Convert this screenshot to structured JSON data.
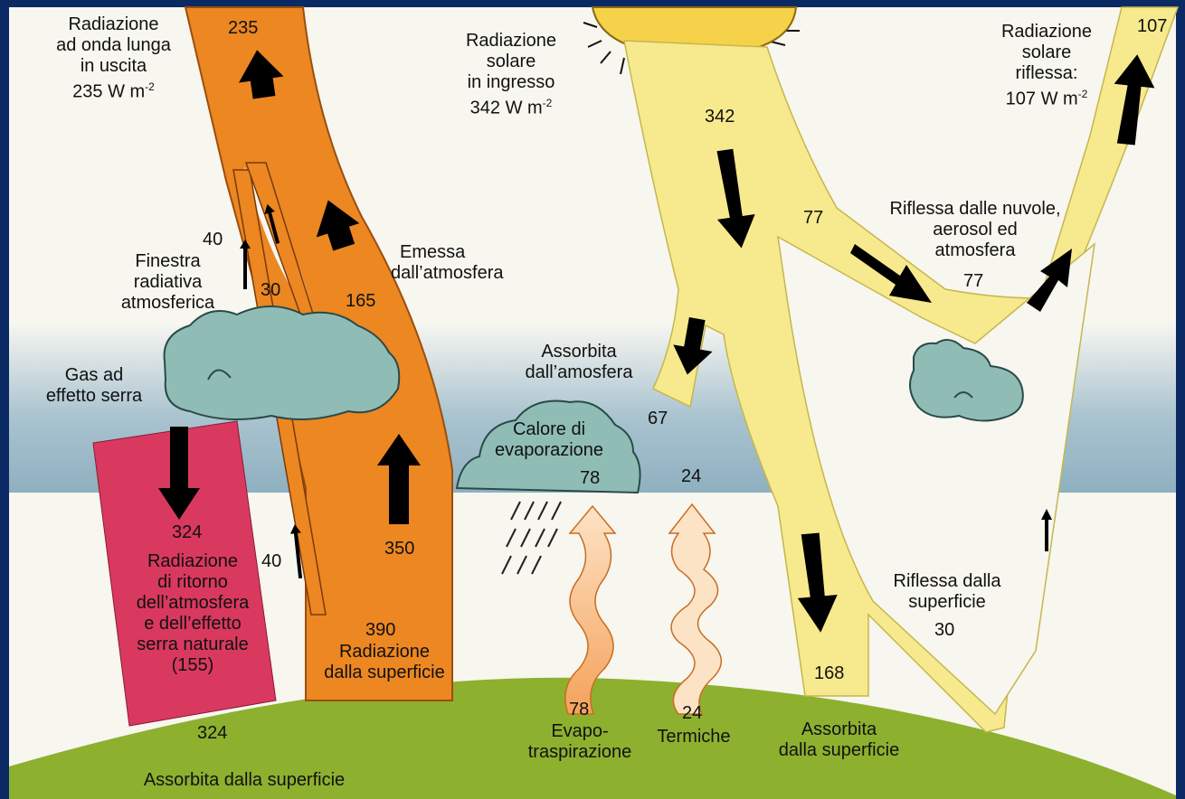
{
  "labels": {
    "outgoing_longwave": [
      "Radiazione",
      "ad onda lunga",
      "in uscita",
      "235 W m"
    ],
    "outgoing_longwave_exp": "-2",
    "incoming_solar": [
      "Radiazione",
      "solare",
      "in ingresso",
      "342 W m"
    ],
    "incoming_solar_exp": "-2",
    "reflected_solar": [
      "Radiazione",
      "solare",
      "riflessa:",
      "107 W m"
    ],
    "reflected_solar_exp": "-2",
    "atmospheric_window": [
      "Finestra",
      "radiativa",
      "atmosferica"
    ],
    "emitted_atmosphere": [
      "Emessa",
      "dall’atmosfera"
    ],
    "greenhouse_gas": [
      "Gas ad",
      "effetto serra"
    ],
    "absorbed_atmosphere": [
      "Assorbita",
      "dall’amosfera"
    ],
    "latent_heat": [
      "Calore di",
      "evaporazione"
    ],
    "reflected_clouds": [
      "Riflessa dalle nuvole,",
      "aerosol ed",
      "atmosfera"
    ],
    "back_radiation": [
      "Radiazione",
      "di ritorno",
      "dell’atmosfera",
      "e dell’effetto",
      "serra naturale",
      "(155)"
    ],
    "surface_radiation": [
      "Radiazione",
      "dalla superficie"
    ],
    "evapotranspiration": [
      "Evapo-",
      "traspirazione"
    ],
    "thermals": "Termiche",
    "reflected_surface": [
      "Riflessa dalla",
      "superficie"
    ],
    "absorbed_surface_right": [
      "Assorbita",
      "dalla superficie"
    ],
    "absorbed_surface_bottom": "Assorbita dalla superficie"
  },
  "values": {
    "outgoing_top": "235",
    "window_top": "40",
    "window_mid": "30",
    "window_bottom": "40",
    "emitted_atmosphere": "165",
    "surface_up": "350",
    "surface_total": "390",
    "back_radiation": "324",
    "absorbed_bottom": "324",
    "incoming": "342",
    "reflected_clouds_top": "77",
    "reflected_clouds": "77",
    "reflected_top": "107",
    "absorbed_atmosphere": "67",
    "latent_heat": "78",
    "thermals_top": "24",
    "evapotranspiration": "78",
    "thermals": "24",
    "absorbed_surface": "168",
    "reflected_surface": "30"
  },
  "colors": {
    "frame": "#0b2a63",
    "paper": "#f7f6ef",
    "sky": "#9cb9c7",
    "ground": "#8db02f",
    "longwave": "#ec8722",
    "solar": "#f7e98d",
    "back_radiation": "#d9395f",
    "cloud": "#8fbdb6",
    "sun": "#f6d24a",
    "arrow": "#000000"
  }
}
